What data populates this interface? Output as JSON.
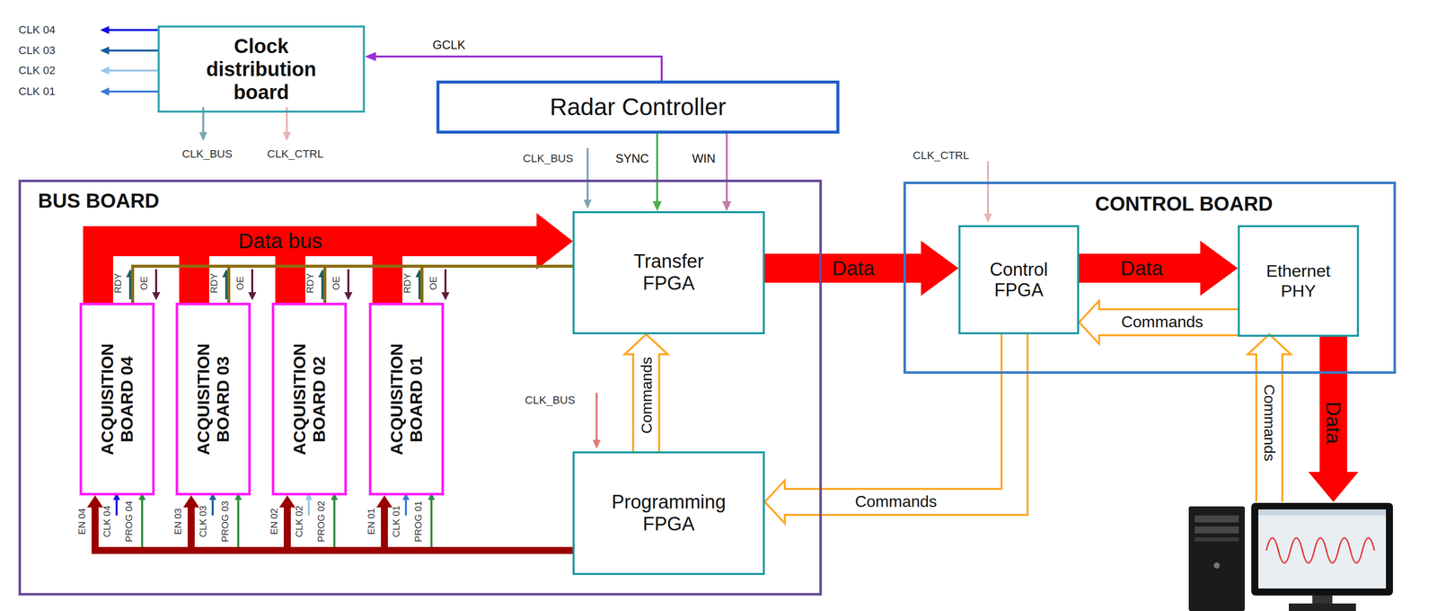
{
  "diagram": {
    "nodes": [
      {
        "text": [
          "Clock distribution board"
        ]
      },
      {
        "text": [
          "Radar Controller"
        ]
      },
      {
        "text": [
          "BUS BOARD"
        ]
      },
      {
        "text": [
          "Transfer FPGA"
        ],
        "in": 2
      },
      {
        "text": [
          "Programming FPGA"
        ],
        "in": 2
      },
      {
        "text": [
          "ACQUISITION BOARD 04"
        ],
        "in": 2
      },
      {
        "text": [
          "ACQUISITION BOARD 03"
        ],
        "in": 2
      },
      {
        "text": [
          "ACQUISITION BOARD 02"
        ],
        "in": 2
      },
      {
        "text": [
          "ACQUISITION BOARD 01"
        ],
        "in": 2
      },
      {
        "text": [
          "CONTROL BOARD"
        ]
      },
      {
        "text": [
          "Control FPGA"
        ],
        "in": 9
      },
      {
        "text": [
          "Ethernet PHY"
        ],
        "in": 9
      }
    ],
    "edges": [
      {
        "from": 1,
        "to": 0,
        "arrow": "to",
        "label": "GCLK"
      },
      {
        "from": 1,
        "to": 3,
        "arrow": "to",
        "label": "SYNC"
      },
      {
        "from": 1,
        "to": 3,
        "arrow": "to",
        "label": "WIN"
      },
      {
        "from": 5,
        "to": 3,
        "arrow": "to",
        "label": "Data bus"
      },
      {
        "from": 6,
        "to": 3,
        "arrow": "to"
      },
      {
        "from": 7,
        "to": 3,
        "arrow": "to"
      },
      {
        "from": 8,
        "to": 3,
        "arrow": "to"
      },
      {
        "from": 3,
        "to": 10,
        "arrow": "to",
        "label": "Data"
      },
      {
        "from": 10,
        "to": 11,
        "arrow": "to",
        "label": "Data"
      },
      {
        "from": 11,
        "to": 10,
        "arrow": "to",
        "label": "Commands"
      },
      {
        "from": 10,
        "to": 4,
        "arrow": "to",
        "label": "Commands"
      },
      {
        "from": 4,
        "to": 3,
        "arrow": "to",
        "label": "Commands"
      },
      {
        "from": 3,
        "to": 5,
        "arrow": "none"
      },
      {
        "from": 3,
        "to": 6,
        "arrow": "none"
      },
      {
        "from": 3,
        "to": 7,
        "arrow": "none"
      },
      {
        "from": 3,
        "to": 8,
        "arrow": "none"
      },
      {
        "from": 4,
        "to": 5,
        "arrow": "to"
      },
      {
        "from": 4,
        "to": 6,
        "arrow": "to"
      },
      {
        "from": 4,
        "to": 7,
        "arrow": "to"
      },
      {
        "from": 4,
        "to": 8,
        "arrow": "to"
      }
    ],
    "labels": [
      "CLK 04",
      "CLK 03",
      "CLK 02",
      "CLK 01",
      "CLK_BUS",
      "CLK_CTRL",
      "CLK_BUS",
      "CLK_CTRL",
      "CLK_BUS",
      "RDY",
      "OE",
      "RDY",
      "OE",
      "RDY",
      "OE",
      "RDY",
      "OE",
      "EN 04",
      "CLK 04",
      "PROG 04",
      "EN 03",
      "CLK 03",
      "PROG 03",
      "EN 02",
      "CLK 02",
      "PROG 02",
      "EN 01",
      "CLK 01",
      "PROG 01",
      "Data",
      "Commands"
    ]
  }
}
